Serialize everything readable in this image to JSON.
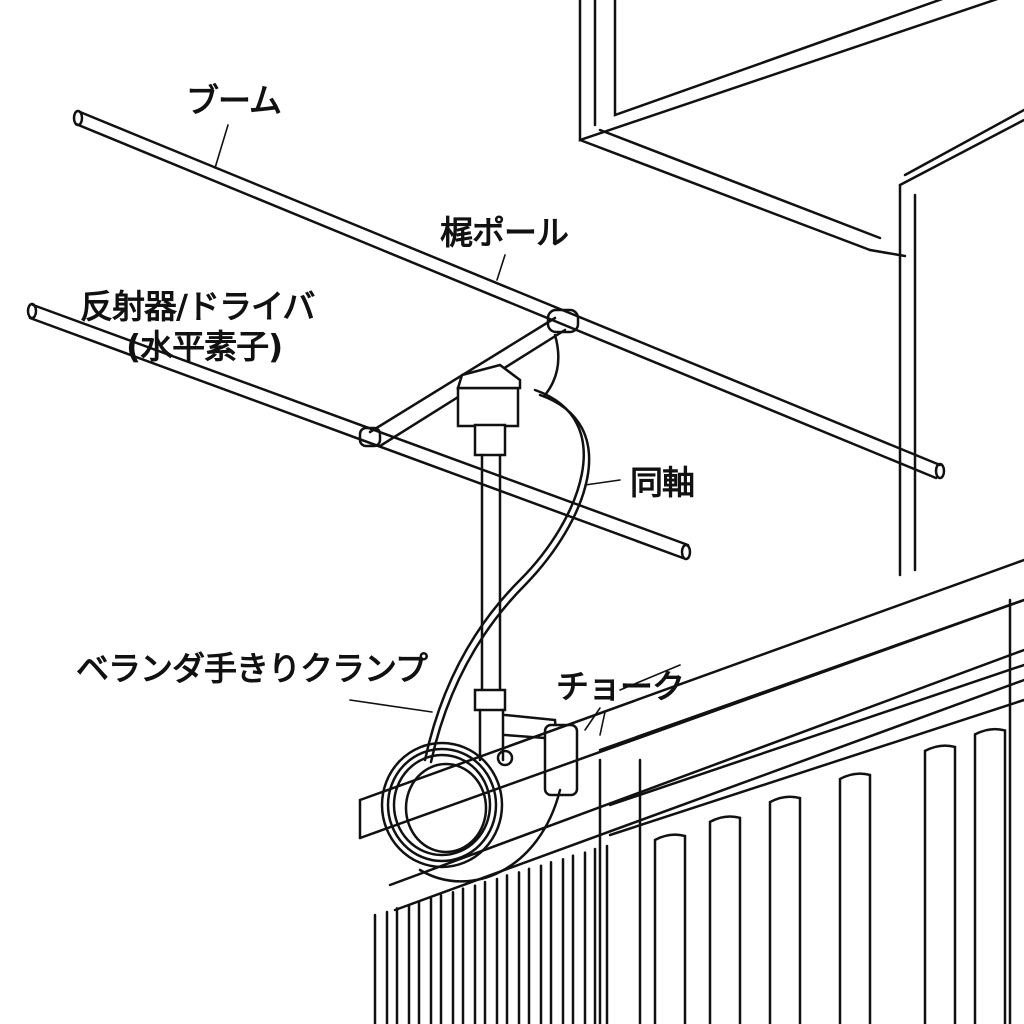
{
  "labels": {
    "boom": "ブーム",
    "short_pole": "梶ポール",
    "elements_line1": "反射器/ドライバ",
    "elements_line2": "(水平素子)",
    "coax": "同軸",
    "clamp": "ベランダ手きりクランプ",
    "choke": "チョーク"
  },
  "colors": {
    "line": "#111111",
    "background": "#ffffff"
  }
}
